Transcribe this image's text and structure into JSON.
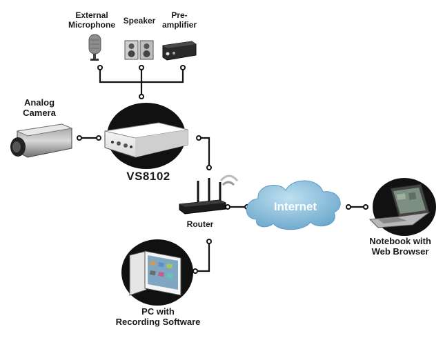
{
  "labels": {
    "external_microphone": [
      "External",
      "Microphone"
    ],
    "speaker": "Speaker",
    "preamplifier": [
      "Pre-",
      "amplifier"
    ],
    "analog_camera": [
      "Analog",
      "Camera"
    ],
    "device": "VS8102",
    "router": "Router",
    "internet": "Internet",
    "notebook": [
      "Notebook with",
      "Web Browser"
    ],
    "pc": [
      "PC with",
      "Recording Software"
    ]
  },
  "colors": {
    "line": "#111111",
    "cloud": "#7fb6d6",
    "cloud_light": "#a8d0e6",
    "device_body": "#f2f2f2",
    "device_dark": "#1a1a1a"
  }
}
